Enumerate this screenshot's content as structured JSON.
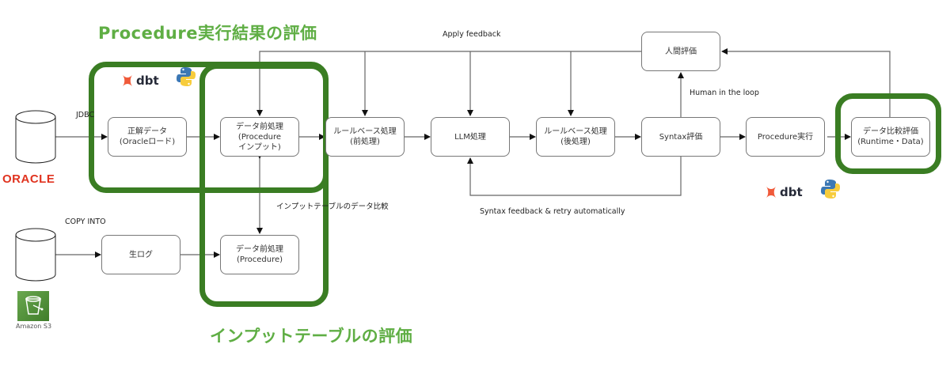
{
  "titles": {
    "procedure_eval": "Procedure実行結果の評価",
    "input_table_eval": "インプットテーブルの評価"
  },
  "colors": {
    "frame_green": "#3a7d23",
    "title_green": "#5fae44",
    "oracle_red": "#e0331f",
    "dbt_orange": "#f05a3a"
  },
  "sources": {
    "oracle": {
      "logo": "ORACLE",
      "icon": "database-cylinder-icon"
    },
    "s3": {
      "logo": "Amazon S3",
      "icon": "s3-bucket-icon"
    }
  },
  "logos": {
    "dbt": "dbt",
    "python": "python-logo"
  },
  "nodes": {
    "correct_data": "正解データ\n(Oracleロード)",
    "preprocess_input": "データ前処理\n(Procedure\nインプット)",
    "raw_log": "生ログ",
    "preprocess_procedure": "データ前処理\n(Procedure)",
    "rule_pre": "ルールベース処理\n(前処理)",
    "llm": "LLM処理",
    "rule_post": "ルールベース処理\n(後処理)",
    "syntax_eval": "Syntax評価",
    "procedure_exec": "Procedure実行",
    "data_compare": "データ比較評価\n(Runtime・Data)",
    "human_eval": "人間評価"
  },
  "edge_labels": {
    "jdbc": "JDBC",
    "copy_into": "COPY INTO",
    "input_compare": "インプットテーブルのデータ比較",
    "apply_feedback": "Apply feedback",
    "human_in_loop": "Human in the loop",
    "syntax_feedback": "Syntax feedback & retry automatically"
  }
}
